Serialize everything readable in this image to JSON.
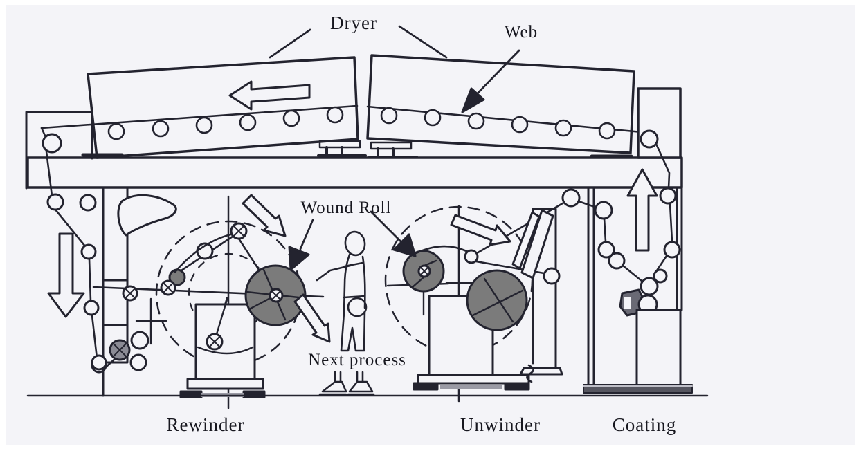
{
  "diagram": {
    "labels": {
      "dryer": "Dryer",
      "web": "Web",
      "wound_roll": "Wound Roll",
      "next_process": "Next process"
    },
    "sections": {
      "rewinder": "Rewinder",
      "unwinder": "Unwinder",
      "coating": "Coating"
    },
    "colors": {
      "ink": "#23232f",
      "roll_gray": "#7b7b7b",
      "background": "#f4f4f8"
    }
  }
}
